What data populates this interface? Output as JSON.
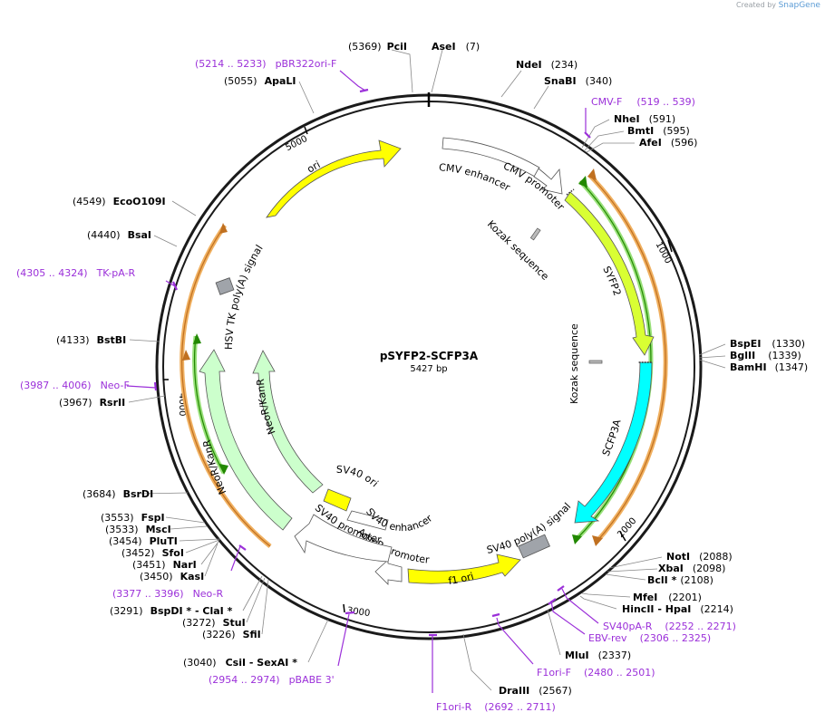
{
  "credit": {
    "prefix": "Created by",
    "brand": "SnapGene"
  },
  "plasmid": {
    "name": "pSYFP2-SCFP3A",
    "size": "5427 bp",
    "length": 5427
  },
  "colors": {
    "backbone": "#1a1a1a",
    "enzyme_label": "#000000",
    "primer": "#9b30d9",
    "ori": "#ffff00",
    "syfp2": "#d9ff33",
    "scfp3a": "#00ffff",
    "neo": "#ccffcc",
    "promoter": "#ffffff",
    "polya": "#a0a4aa",
    "orf_orange": "#f0b060",
    "orf_green": "#33aa00"
  },
  "enzymes": [
    {
      "name": "PciI",
      "pos": "(5369)"
    },
    {
      "name": "AseI",
      "pos": "(7)"
    },
    {
      "name": "NdeI",
      "pos": "(234)"
    },
    {
      "name": "SnaBI",
      "pos": "(340)"
    },
    {
      "name": "NheI",
      "pos": "(591)"
    },
    {
      "name": "BmtI",
      "pos": "(595)"
    },
    {
      "name": "AfeI",
      "pos": "(596)"
    },
    {
      "name": "BspEI",
      "pos": "(1330)"
    },
    {
      "name": "BglII",
      "pos": "(1339)"
    },
    {
      "name": "BamHI",
      "pos": "(1347)"
    },
    {
      "name": "NotI",
      "pos": "(2088)"
    },
    {
      "name": "XbaI",
      "pos": "(2098)"
    },
    {
      "name": "BclI *",
      "pos": "(2108)"
    },
    {
      "name": "MfeI",
      "pos": "(2201)"
    },
    {
      "name": "HincII - HpaI",
      "pos": "(2214)"
    },
    {
      "name": "MluI",
      "pos": "(2337)"
    },
    {
      "name": "DraIII",
      "pos": "(2567)"
    },
    {
      "name": "CsiI - SexAI *",
      "pos": "(3040)"
    },
    {
      "name": "SfiI",
      "pos": "(3226)"
    },
    {
      "name": "StuI",
      "pos": "(3272)"
    },
    {
      "name": "BspDI * - ClaI *",
      "pos": "(3291)"
    },
    {
      "name": "KasI",
      "pos": "(3450)"
    },
    {
      "name": "NarI",
      "pos": "(3451)"
    },
    {
      "name": "SfoI",
      "pos": "(3452)"
    },
    {
      "name": "PluTI",
      "pos": "(3454)"
    },
    {
      "name": "MscI",
      "pos": "(3533)"
    },
    {
      "name": "FspI",
      "pos": "(3553)"
    },
    {
      "name": "BsrDI",
      "pos": "(3684)"
    },
    {
      "name": "RsrII",
      "pos": "(3967)"
    },
    {
      "name": "BstBI",
      "pos": "(4133)"
    },
    {
      "name": "BsaI",
      "pos": "(4440)"
    },
    {
      "name": "EcoO109I",
      "pos": "(4549)"
    },
    {
      "name": "ApaLI",
      "pos": "(5055)"
    }
  ],
  "primers": [
    {
      "name": "pBR322ori-F",
      "range": "(5214 .. 5233)"
    },
    {
      "name": "CMV-F",
      "range": "(519 .. 539)"
    },
    {
      "name": "SV40pA-R",
      "range": "(2252 .. 2271)"
    },
    {
      "name": "EBV-rev",
      "range": "(2306 .. 2325)"
    },
    {
      "name": "F1ori-F",
      "range": "(2480 .. 2501)"
    },
    {
      "name": "F1ori-R",
      "range": "(2692 .. 2711)"
    },
    {
      "name": "pBABE 3'",
      "range": "(2954 .. 2974)"
    },
    {
      "name": "Neo-R",
      "range": "(3377 .. 3396)"
    },
    {
      "name": "Neo-F",
      "range": "(3987 .. 4006)"
    },
    {
      "name": "TK-pA-R",
      "range": "(4305 .. 4324)"
    }
  ],
  "ticks": [
    "1000",
    "2000",
    "3000",
    "4000",
    "5000"
  ],
  "features": [
    {
      "label": "ori"
    },
    {
      "label": "CMV enhancer"
    },
    {
      "label": "CMV promoter"
    },
    {
      "label": "Kozak sequence"
    },
    {
      "label": "SYFP2"
    },
    {
      "label": "Kozak sequence"
    },
    {
      "label": "SCFP3A"
    },
    {
      "label": "SV40 poly(A) signal"
    },
    {
      "label": "f1 ori"
    },
    {
      "label": "AmpR promoter"
    },
    {
      "label": "SV40 promoter"
    },
    {
      "label": "SV40 enhancer"
    },
    {
      "label": "SV40 ori"
    },
    {
      "label": "NeoR/KanR"
    },
    {
      "label": "NeoR/KanR"
    },
    {
      "label": "HSV TK poly(A) signal"
    }
  ]
}
